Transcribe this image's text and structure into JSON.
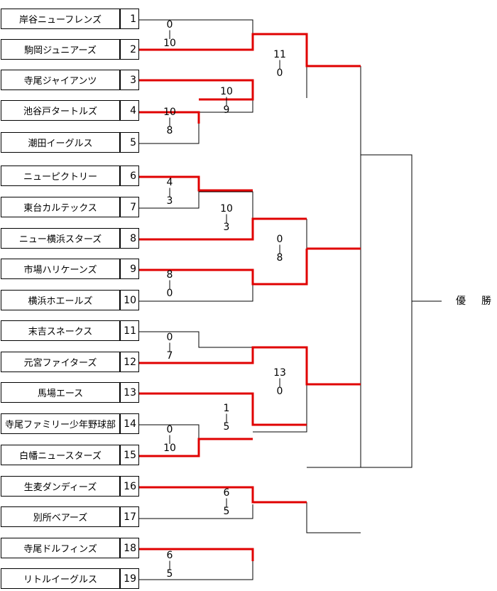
{
  "teams": [
    {
      "name": "岸谷ニューフレンズ",
      "seed": "1"
    },
    {
      "name": "駒岡ジュニアーズ",
      "seed": "2"
    },
    {
      "name": "寺尾ジャイアンツ",
      "seed": "3"
    },
    {
      "name": "池谷戸タートルズ",
      "seed": "4"
    },
    {
      "name": "潮田イーグルス",
      "seed": "5"
    },
    {
      "name": "ニューピクトリー",
      "seed": "6"
    },
    {
      "name": "東台カルテックス",
      "seed": "7"
    },
    {
      "name": "ニュー横浜スターズ",
      "seed": "8"
    },
    {
      "name": "市場ハリケーンズ",
      "seed": "9"
    },
    {
      "name": "横浜ホエールズ",
      "seed": "10"
    },
    {
      "name": "末吉スネークス",
      "seed": "11"
    },
    {
      "name": "元宮ファイターズ",
      "seed": "12"
    },
    {
      "name": "馬場エース",
      "seed": "13"
    },
    {
      "name": "寺尾ファミリー少年野球部",
      "seed": "14"
    },
    {
      "name": "白幡ニュースターズ",
      "seed": "15"
    },
    {
      "name": "生麦ダンディーズ",
      "seed": "16"
    },
    {
      "name": "別所ベアーズ",
      "seed": "17"
    },
    {
      "name": "寺尾ドルフィンズ",
      "seed": "18"
    },
    {
      "name": "リトルイーグルス",
      "seed": "19"
    }
  ],
  "scores": [
    {
      "top": "0",
      "bottom": "10"
    },
    {
      "top": "10",
      "bottom": "8"
    },
    {
      "top": "10",
      "bottom": "9"
    },
    {
      "top": "11",
      "bottom": "0"
    },
    {
      "top": "4",
      "bottom": "3"
    },
    {
      "top": "10",
      "bottom": "3"
    },
    {
      "top": "8",
      "bottom": "0"
    },
    {
      "top": "0",
      "bottom": "8"
    },
    {
      "top": "0",
      "bottom": "7"
    },
    {
      "top": "0",
      "bottom": "10"
    },
    {
      "top": "1",
      "bottom": "5"
    },
    {
      "top": "13",
      "bottom": "0"
    },
    {
      "top": "6",
      "bottom": "5"
    },
    {
      "top": "6",
      "bottom": "5"
    }
  ],
  "dash": "|",
  "champion_label": "優勝",
  "colors": {
    "winner_line": "#e00000",
    "line": "#000000"
  }
}
